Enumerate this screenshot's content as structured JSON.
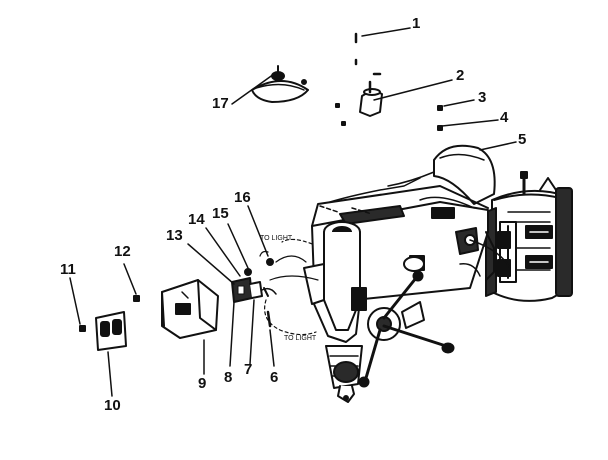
{
  "diagram": {
    "type": "exploded-parts-diagram",
    "colors": {
      "ink": "#111111",
      "paper": "#ffffff",
      "shade": "#2a2a2a"
    },
    "callouts": [
      "1",
      "2",
      "3",
      "4",
      "5",
      "6",
      "7",
      "8",
      "9",
      "10",
      "11",
      "12",
      "13",
      "14",
      "15",
      "16",
      "17"
    ],
    "annotations": [
      "TO LIGHT",
      "TO LIGHT"
    ]
  }
}
